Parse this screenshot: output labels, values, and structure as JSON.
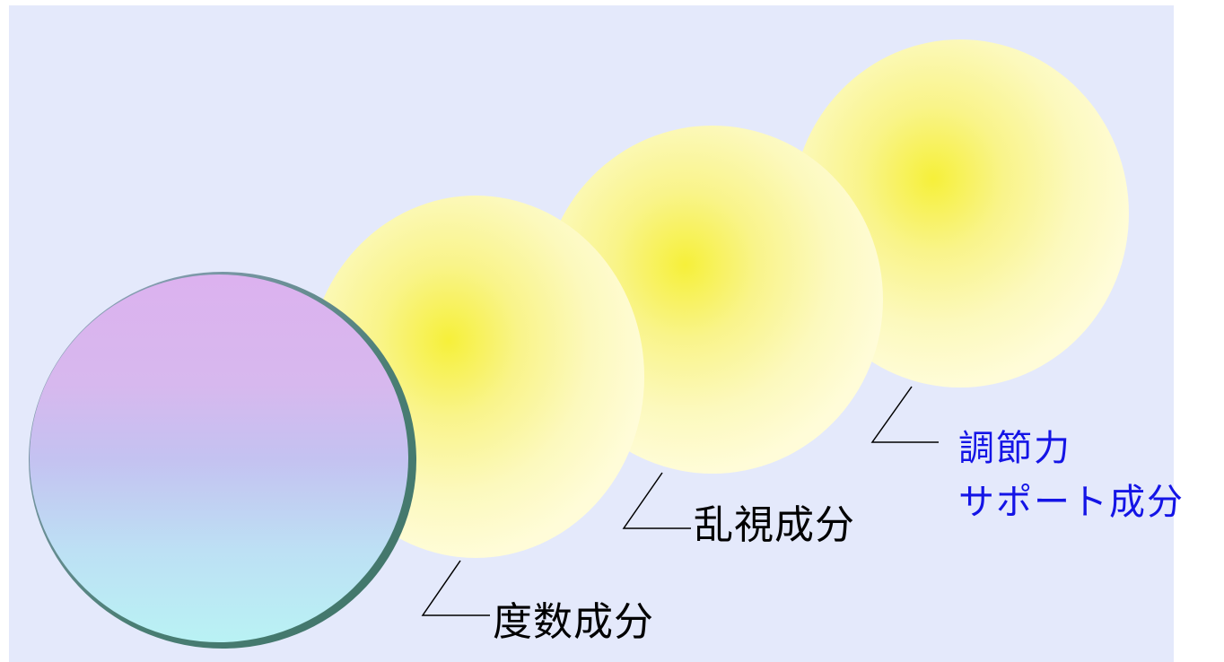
{
  "labels": {
    "power": "度数成分",
    "astigmatism": "乱視成分",
    "accommodation_line1": "調節力",
    "accommodation_line2": "サポート成分"
  },
  "colors": {
    "background_panel": "#e4e9fb",
    "sphere_center": "#f6f03a",
    "sphere_edge": "#fefbd0",
    "lens_top": "#dcb5f0",
    "lens_middle": "#c4c0f2",
    "lens_bottom": "#b8f0f4",
    "lens_rim": "#5b8c7c",
    "label_default": "#000000",
    "label_accent": "#1414e6"
  },
  "components": [
    {
      "name": "lens",
      "label": ""
    },
    {
      "name": "power-sphere",
      "label": "度数成分"
    },
    {
      "name": "astigmatism-sphere",
      "label": "乱視成分"
    },
    {
      "name": "accommodation-sphere",
      "label": "調節力 サポート成分"
    }
  ]
}
